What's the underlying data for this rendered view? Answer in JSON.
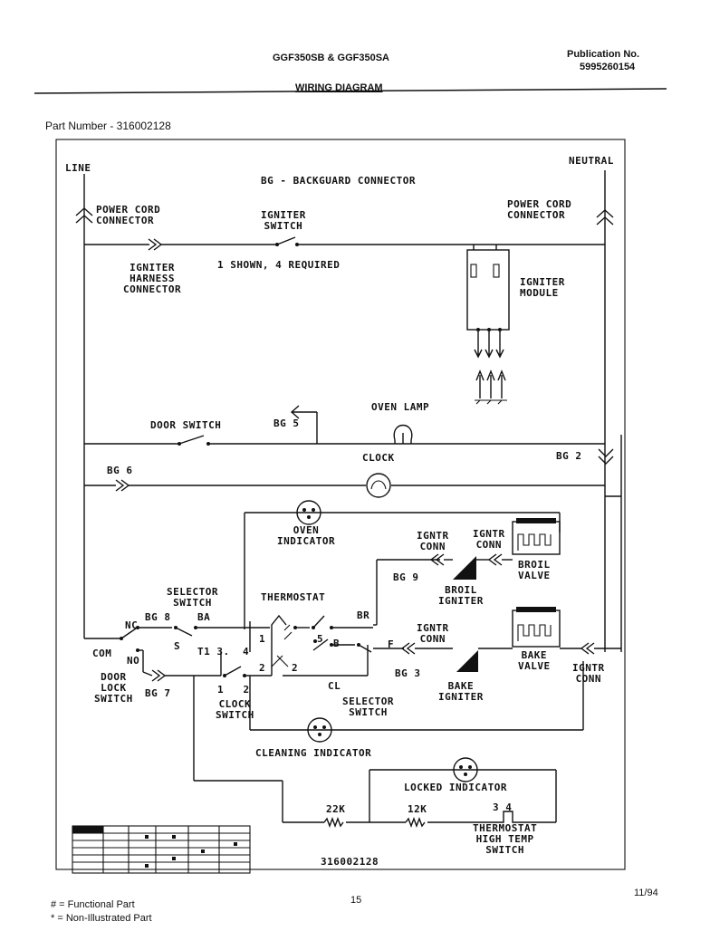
{
  "header": {
    "model": "GGF350SB & GGF350SA",
    "title": "WIRING DIAGRAM",
    "publication_label": "Publication No.",
    "publication_number": "5995260154",
    "part_number": "Part Number - 316002128"
  },
  "labels": {
    "line": "LINE",
    "neutral": "NEUTRAL",
    "bg_connector": "BG - BACKGUARD CONNECTOR",
    "power_cord_left": "POWER CORD\nCONNECTOR",
    "power_cord_right": "POWER CORD\nCONNECTOR",
    "igniter_switch": "IGNITER\nSWITCH",
    "igniter_harness": "IGNITER\nHARNESS\nCONNECTOR",
    "shown_required": "1 SHOWN, 4 REQUIRED",
    "igniter_module": "IGNITER\nMODULE",
    "oven_lamp": "OVEN LAMP",
    "door_switch": "DOOR SWITCH",
    "bg5": "BG 5",
    "clock": "CLOCK",
    "bg6": "BG 6",
    "bg2": "BG 2",
    "oven_indicator": "OVEN\nINDICATOR",
    " igntr_conn_1": "IGNTR\nCONN",
    "ignti_conn_2": "IGNTR\nCONN",
    "bg9": "BG 9",
    "broil_igniter": "BROIL\nIGNITER",
    "broil_valve": "BROIL\nVALVE",
    "selector_switch_top": "SELECTOR\nSWITCH",
    "thermostat": "THERMOSTAT",
    "bg8": "BG 8",
    "ba": "BA",
    "br": "BR",
    "nc": "NC",
    "com": "COM",
    "no": "NO",
    "s": "S",
    "t13": "T1 3.",
    "n4": "4",
    "n1": "1",
    "n5": "5",
    "b": "B",
    "n2": "2",
    "n2b": "2",
    "f": "F",
    "ignti_conn_3": "IGNTR\nCONN",
    "bake_valve": "BAKE\nVALVE",
    "ignti_conn_4": "IGNTR\nCONN",
    "door_lock_switch": "DOOR\nLOCK\nSWITCH",
    "bg7": "BG 7",
    "clock_switch_nums": "1   2",
    "clock_switch": "CLOCK\nSWITCH",
    "cl": "CL",
    "bg3": "BG 3",
    "bake_igniter": "BAKE\nIGNITER",
    "selector_switch_bottom": "SELECTOR\nSWITCH",
    "cleaning_indicator": "CLEANING INDICATOR",
    "locked_indicator": "LOCKED INDICATOR",
    "r22k": "22K",
    "r12k": "12K",
    "t34": "3 4",
    "thermostat_high": "THERMOSTAT\nHIGH TEMP\nSWITCH",
    "diagram_number": "316002128"
  },
  "footer": {
    "page": "15",
    "date": "11/94",
    "legend_functional": "# = Functional Part",
    "legend_nonillustrated": "* = Non-Illustrated Part"
  }
}
